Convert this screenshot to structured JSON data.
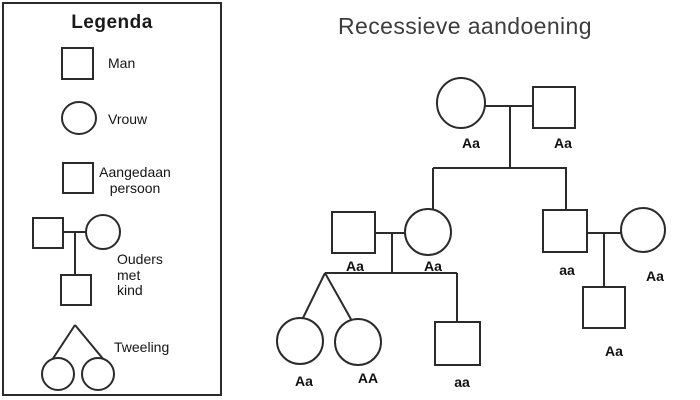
{
  "title": "Recessieve aandoening",
  "legend": {
    "title": "Legenda",
    "items": [
      {
        "key": "man",
        "symbol": "square",
        "label": "Man"
      },
      {
        "key": "vrouw",
        "symbol": "circle",
        "label": "Vrouw"
      },
      {
        "key": "aangedaan-persoon",
        "symbol": "filled-square",
        "label": "Aangedaan persoon",
        "lines": [
          "Aangedaan",
          "persoon"
        ]
      },
      {
        "key": "ouders-met-kind",
        "symbol": "couple-with-child",
        "label": "Ouders met kind",
        "lines": [
          "Ouders",
          "met",
          "kind"
        ]
      },
      {
        "key": "tweeling",
        "symbol": "twins",
        "label": "Tweeling"
      }
    ]
  },
  "colors": {
    "affected": "#74d3e4",
    "stroke": "#2b2b2b",
    "title": "#3d3d3d",
    "background": "#ffffff"
  },
  "pedigree": {
    "members": [
      {
        "generation": 1,
        "sex": "female",
        "affected": false,
        "genotype": "Aa"
      },
      {
        "generation": 1,
        "sex": "male",
        "affected": false,
        "genotype": "Aa"
      },
      {
        "generation": 2,
        "sex": "male",
        "affected": false,
        "genotype": "Aa"
      },
      {
        "generation": 2,
        "sex": "female",
        "affected": false,
        "genotype": "Aa"
      },
      {
        "generation": 2,
        "sex": "male",
        "affected": true,
        "genotype": "aa"
      },
      {
        "generation": 2,
        "sex": "female",
        "affected": false,
        "genotype": "Aa"
      },
      {
        "generation": 3,
        "sex": "female",
        "affected": false,
        "genotype": "Aa",
        "twin": "yes"
      },
      {
        "generation": 3,
        "sex": "female",
        "affected": false,
        "genotype": "AA",
        "twin": "yes"
      },
      {
        "generation": 3,
        "sex": "male",
        "affected": true,
        "genotype": "aa"
      },
      {
        "generation": 3,
        "sex": "male",
        "affected": false,
        "genotype": "Aa"
      }
    ]
  }
}
